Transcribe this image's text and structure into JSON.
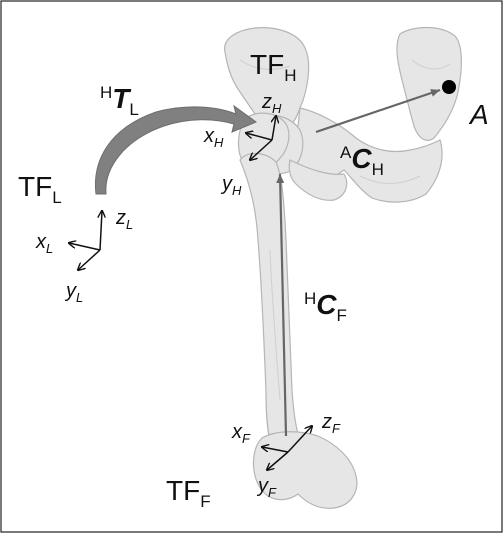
{
  "frames": {
    "lab": {
      "name": "TF",
      "sub": "L",
      "x": "x",
      "x_sub": "L",
      "y": "y",
      "y_sub": "L",
      "z": "z",
      "z_sub": "L"
    },
    "hip": {
      "name": "TF",
      "sub": "H",
      "x": "x",
      "x_sub": "H",
      "y": "y",
      "y_sub": "H",
      "z": "z",
      "z_sub": "H"
    },
    "femur": {
      "name": "TF",
      "sub": "F",
      "x": "x",
      "x_sub": "F",
      "y": "y",
      "y_sub": "F",
      "z": "z",
      "z_sub": "F"
    }
  },
  "transforms": {
    "lab_to_hip": {
      "pre": "H",
      "sym": "T",
      "post": "L"
    },
    "hip_to_point": {
      "pre": "A",
      "sym": "C",
      "post": "H"
    },
    "femur_to_hip": {
      "pre": "H",
      "sym": "C",
      "post": "F"
    }
  },
  "point": {
    "label": "A"
  },
  "colors": {
    "bone": "#e6e6e6",
    "bone_edge": "#b5b5b5",
    "arrow_gray": "#808080",
    "vector": "#666666",
    "ink": "#111111"
  }
}
